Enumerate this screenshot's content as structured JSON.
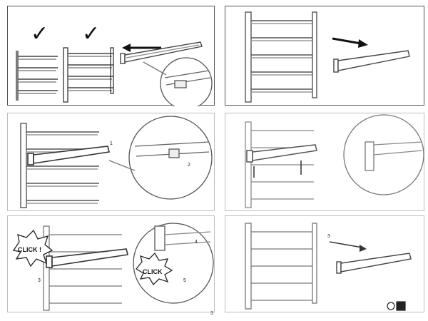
{
  "page_number": "3",
  "steps": {
    "p1": {
      "checks": [
        "✓",
        "✓"
      ]
    },
    "p3": {
      "label_rail": "1",
      "label_arrow": "2"
    },
    "p5": {
      "click_a": "CLICK !",
      "click_b": "CLICK",
      "label_4": "4",
      "label_5": "5",
      "label_3": "3"
    },
    "p6": {
      "label_3": "3"
    }
  },
  "icons": {
    "corner": "oven-icon"
  }
}
